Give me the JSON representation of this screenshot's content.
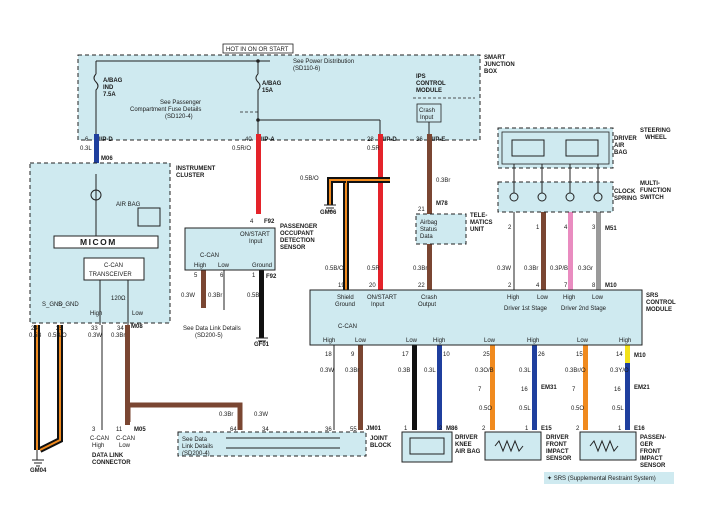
{
  "colors": {
    "panel": "#cfeaf0",
    "red": "#e4232a",
    "blue": "#1f3f9e",
    "brown": "#7a4632",
    "orange": "#f08a1e",
    "pink": "#e98cc0",
    "gray": "#9a9a9a",
    "yellow": "#f2e11a",
    "black": "#111111",
    "white": "#ffffff"
  },
  "smart_junction_box": {
    "hot_in_label": "HOT IN ON OR START",
    "title": [
      "SMART",
      "JUNCTION",
      "BOX"
    ],
    "fuse_abag_ind": [
      "A/BAG",
      "IND",
      "7.5A"
    ],
    "fuse_abag": [
      "A/BAG",
      "15A"
    ],
    "power_dist_ref": [
      "See Power Distribution",
      "(SD110-6)"
    ],
    "pcfuse_ref": [
      "See Passenger",
      "Compartment Fuse Details",
      "(SD120-4)"
    ],
    "ips_title": [
      "IPS",
      "CONTROL",
      "MODULE"
    ],
    "crash_input": [
      "Crash",
      "Input"
    ],
    "pins": {
      "p6": "6",
      "p40": "40",
      "p28": "28",
      "p36": "36"
    },
    "conns": {
      "ip_d_left": "I/P-D",
      "ip_a": "I/P-A",
      "ip_d_right": "I/P-D",
      "ip_e": "I/P-E"
    }
  },
  "wires": {
    "w_03l_top": "0.3L",
    "m06": "M06",
    "w_05r_o": "0.5R/O",
    "w_05r_top": "0.5R",
    "w_03br_top": "0.3Br",
    "w_05b_o_left": "0.5B/O",
    "gm06": "GM06",
    "m78": "M78",
    "pin21": "21",
    "f92_top": "F92",
    "pin4": "4",
    "w_03w_sw": "0.3W",
    "w_03br_sw": "0.3Br",
    "w_03p_b": "0.3P/B",
    "w_03gr": "0.3Gr",
    "m51": "M51",
    "m10_top": "M10",
    "w_05b_o_srs": "0.5B/O",
    "w_05r_srs": "0.5R",
    "w_03br_srs": "0.3Br",
    "w_03w_pod": "0.3W",
    "w_03br_pod": "0.3Br",
    "w_05b_pod": "0.5B",
    "f92_bot": "F92",
    "gf01": "GF01",
    "w_05b_ic": "0.5B",
    "w_05b_o_ic": "0.5B/O",
    "w_03w_ic": "0.3W",
    "w_03br_ic": "0.3Br",
    "m08": "M08",
    "m05": "M05",
    "gm04": "GM04",
    "w_03br_jb": "0.3Br",
    "w_03w_jb": "0.3W",
    "jm01": "JM01",
    "m86": "M86",
    "w_03w_l": "0.3W",
    "w_03br_l": "0.3Br",
    "w_03b_l": "0.3B",
    "w_03l_l": "0.3L",
    "w_03o_b": "0.3O/B",
    "w_03l_mid": "0.3L",
    "em31": "EM31",
    "w_05o": "0.5O",
    "w_05l": "0.5L",
    "e15": "E15",
    "w_03br_o": "0.3Br/O",
    "w_03y_o": "0.3Y/O",
    "m10_bot": "M10",
    "em21": "EM21",
    "w_05o_r": "0.5O",
    "w_05l_r": "0.5L",
    "e16": "E16"
  },
  "instrument_cluster": {
    "title": [
      "INSTRUMENT",
      "CLUSTER"
    ],
    "airbag_lamp": "AIR BAG",
    "micom": "MICOM",
    "transceiver": [
      "C-CAN",
      "TRANSCEIVER"
    ],
    "resistor": "120Ω",
    "s_gnd_1": "S_GND",
    "s_gnd_2": "S_GND",
    "high": "High",
    "low": "Low",
    "pins": [
      "24",
      "25",
      "33",
      "34"
    ]
  },
  "pod_sensor": {
    "title": [
      "PASSENGER",
      "OCCUPANT",
      "DETECTION",
      "SENSOR"
    ],
    "on_start": [
      "ON/START",
      "Input"
    ],
    "ccan": "C-CAN",
    "high": "High",
    "low": "Low",
    "ground": "Ground",
    "pins": [
      "5",
      "6",
      "1"
    ],
    "see_data_link": [
      "See Data Link Details",
      "(SD200-5)"
    ]
  },
  "telematics": {
    "title": [
      "TELE-",
      "MATICS",
      "UNIT"
    ],
    "airbag_status": [
      "Airbag",
      "Status",
      "Data"
    ]
  },
  "steering_wheel": {
    "title": [
      "STEERING",
      "WHEEL"
    ],
    "driver_air_bag": [
      "DRIVER",
      "AIR",
      "BAG"
    ]
  },
  "clock_spring": {
    "title": [
      "MULTI-",
      "FUNCTION",
      "SWITCH"
    ],
    "clock_spring_label": [
      "CLOCK",
      "SPRING"
    ],
    "pins": [
      "2",
      "1",
      "4",
      "3"
    ]
  },
  "srs_module": {
    "title": [
      "SRS",
      "CONTROL",
      "MODULE"
    ],
    "shield_ground": [
      "Shield",
      "Ground"
    ],
    "on_start": [
      "ON/START",
      "Input"
    ],
    "crash_output": [
      "Crash",
      "Output"
    ],
    "driver_1st": "Driver 1st Stage",
    "driver_2nd": "Driver 2nd Stage",
    "high": "High",
    "low": "Low",
    "ccan": "C-CAN",
    "top_pins": [
      "19",
      "20",
      "22",
      "2",
      "4",
      "7",
      "8"
    ],
    "bottom_pins": [
      "18",
      "9",
      "17",
      "10",
      "25",
      "26",
      "15",
      "14"
    ]
  },
  "data_link": {
    "title": [
      "DATA LINK",
      "CONNECTOR"
    ],
    "ccan_high": [
      "C-CAN",
      "High"
    ],
    "ccan_low": [
      "C-CAN",
      "Low"
    ],
    "pins": [
      "3",
      "11"
    ]
  },
  "joint_block": {
    "title": [
      "JOINT",
      "BLOCK"
    ],
    "see_data_link": [
      "See Data",
      "Link Details",
      "(SD200-4)"
    ],
    "pins": [
      "64",
      "34",
      "36",
      "55"
    ]
  },
  "knee_airbag": {
    "title": [
      "DRIVER",
      "KNEE",
      "AIR BAG"
    ],
    "pins": [
      "1",
      "2"
    ]
  },
  "driver_front_sensor": {
    "title": [
      "DRIVER",
      "FRONT",
      "IMPACT",
      "SENSOR"
    ],
    "pins": [
      "7",
      "16",
      "2",
      "1"
    ]
  },
  "passenger_front_sensor": {
    "title": [
      "PASSEN-",
      "GER",
      "FRONT",
      "IMPACT",
      "SENSOR"
    ],
    "pins": [
      "7",
      "16",
      "2",
      "1"
    ]
  },
  "legend": "✦ SRS (Supplemental Restraint System)"
}
